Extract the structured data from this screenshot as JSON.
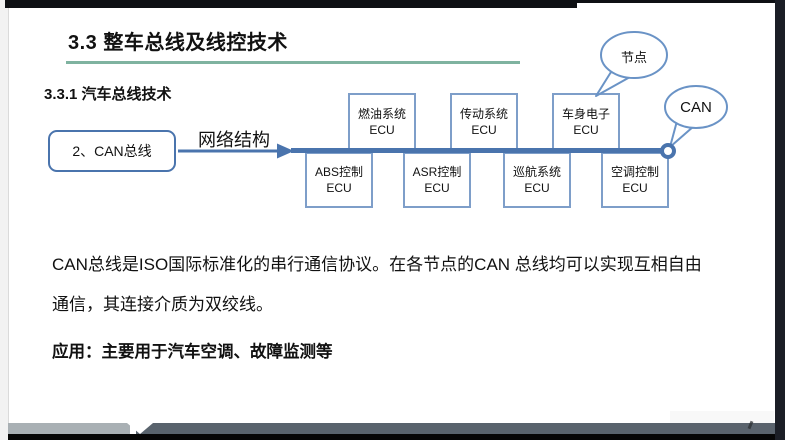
{
  "slide": {
    "title": "3.3 整车总线及线控技术",
    "subtitle": "3.3.1 汽车总线技术",
    "topic_box_label": "2、CAN总线",
    "arrow_label": "网络结构",
    "callout_node": "节点",
    "callout_can": "CAN",
    "ecu_top": [
      {
        "line1": "燃油系统",
        "line2": "ECU"
      },
      {
        "line1": "传动系统",
        "line2": "ECU"
      },
      {
        "line1": "车身电子",
        "line2": "ECU"
      }
    ],
    "ecu_bottom": [
      {
        "line1": "ABS控制",
        "line2": "ECU"
      },
      {
        "line1": "ASR控制",
        "line2": "ECU"
      },
      {
        "line1": "巡航系统",
        "line2": "ECU"
      },
      {
        "line1": "空调控制",
        "line2": "ECU"
      }
    ],
    "body_lines": [
      "CAN总线是ISO国际标准化的串行通信协议。在各节点的CAN 总线均可以实现互相自由",
      "通信，其连接介质为双绞线。"
    ],
    "application": "应用：主要用于汽车空调、故障监测等"
  },
  "colors": {
    "accent_blue": "#4a74ad",
    "box_border_blue": "#7e9ec9",
    "callout_border_blue": "#6a93c6",
    "underline_green": "#7fb3a0",
    "footer_light_gray": "#a9b0b4",
    "footer_slate_gray": "#59636d"
  }
}
